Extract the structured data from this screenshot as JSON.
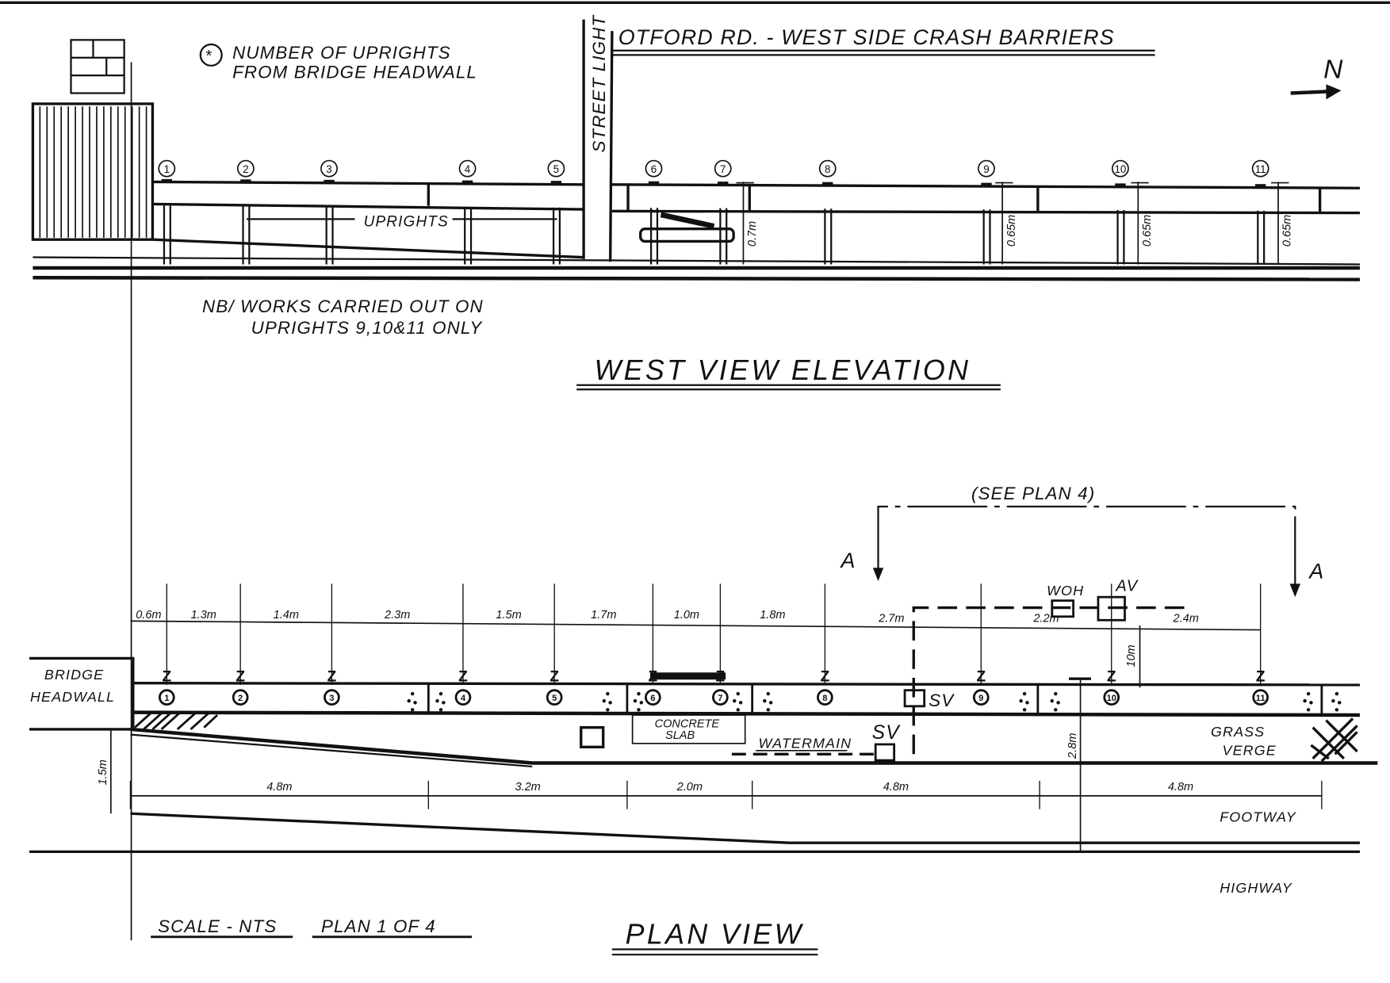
{
  "title": "OTFORD RD. - WEST SIDE CRASH BARRIERS",
  "legend": {
    "symbol": "*",
    "line1": "NUMBER OF UPRIGHTS",
    "line2": "FROM BRIDGE HEADWALL"
  },
  "north_label": "N",
  "street_light": "STREET LIGHT",
  "elevation": {
    "title": "WEST VIEW ELEVATION",
    "uprights_label": "UPRIGHTS",
    "upright_numbers": [
      "1",
      "2",
      "3",
      "4",
      "5",
      "6",
      "7",
      "8",
      "9",
      "10",
      "11"
    ],
    "heights": [
      "0.7m",
      "0.65m",
      "0.65m",
      "0.65m"
    ],
    "note_line1": "NB/ WORKS CARRIED OUT ON",
    "note_line2": "UPRIGHTS 9,10&11 ONLY"
  },
  "plan": {
    "title": "PLAN VIEW",
    "see_plan": "(SEE PLAN 4)",
    "section_label": "A",
    "upright_spacings": [
      "0.6m",
      "1.3m",
      "1.4m",
      "2.3m",
      "1.5m",
      "1.7m",
      "1.0m",
      "1.8m",
      "2.7m",
      "2.2m",
      "2.4m"
    ],
    "upright_numbers": [
      "1",
      "2",
      "3",
      "4",
      "5",
      "6",
      "7",
      "8",
      "9",
      "10",
      "11"
    ],
    "upright_marker": "Z",
    "bridge_headwall_1": "BRIDGE",
    "bridge_headwall_2": "HEADWALL",
    "woh": "WOH",
    "av": "AV",
    "sv": "SV",
    "offset_10m": "10m",
    "offset_28m": "2.8m",
    "offset_15m": "1.5m",
    "concrete_slab_1": "CONCRETE",
    "concrete_slab_2": "SLAB",
    "watermain": "WATERMAIN",
    "grass_verge_1": "GRASS",
    "grass_verge_2": "VERGE",
    "segment_lengths": [
      "4.8m",
      "3.2m",
      "2.0m",
      "4.8m",
      "4.8m"
    ],
    "footway": "FOOTWAY",
    "highway": "HIGHWAY"
  },
  "footer": {
    "scale": "SCALE - NTS",
    "plan_of": "PLAN 1 OF 4"
  }
}
